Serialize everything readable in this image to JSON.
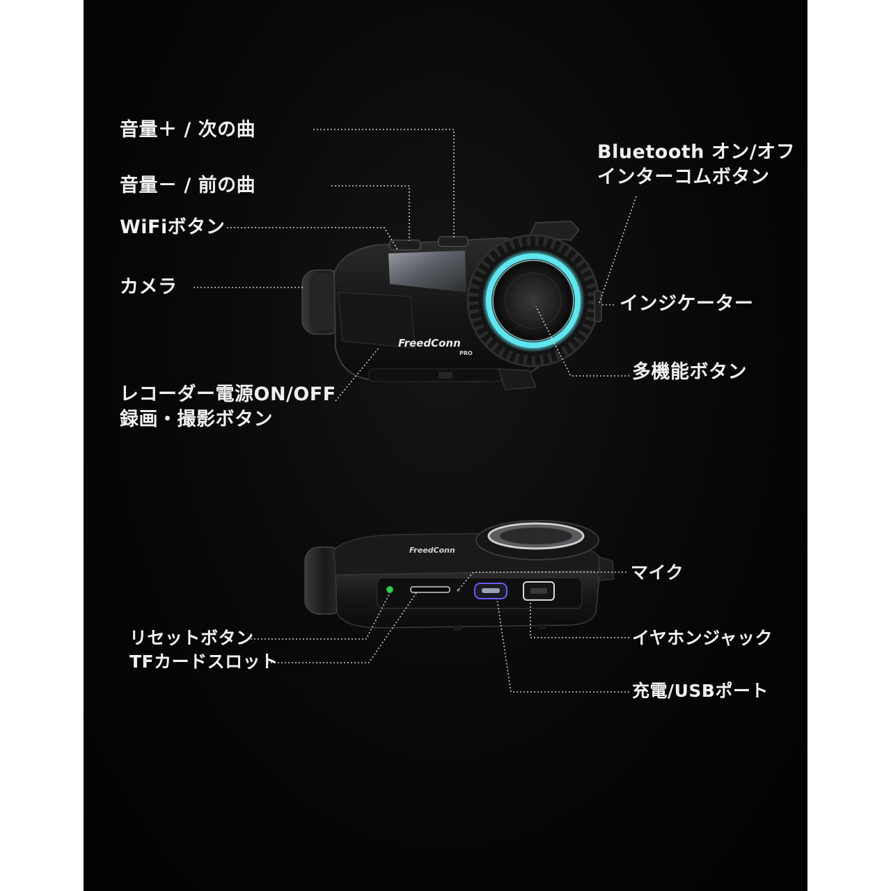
{
  "labels": {
    "volume_up": "音量＋ / 次の曲",
    "volume_down": "音量－ / 前の曲",
    "wifi": "WiFiボタン",
    "camera": "カメラ",
    "bluetooth_line1": "Bluetooth オン/オフ",
    "bluetooth_line2": "インターコムボタン",
    "indicator": "インジケーター",
    "multifunction": "多機能ボタン",
    "recorder_line1": "レコーダー電源ON/OFF",
    "recorder_line2": "録画・撮影ボタン",
    "mic": "マイク",
    "reset": "リセットボタン",
    "tf_card": "TFカードスロット",
    "earphone": "イヤホンジャック",
    "charge_usb": "充電/USBポート"
  },
  "logo": {
    "brand": "FreedConn",
    "model": "PRO"
  },
  "colors": {
    "background": "#050505",
    "label_text": "#f2f2f2",
    "indicator_ring": "#5fe6ee",
    "status_led": "#35d04a",
    "usb_port_ring": "#6a5cff"
  }
}
